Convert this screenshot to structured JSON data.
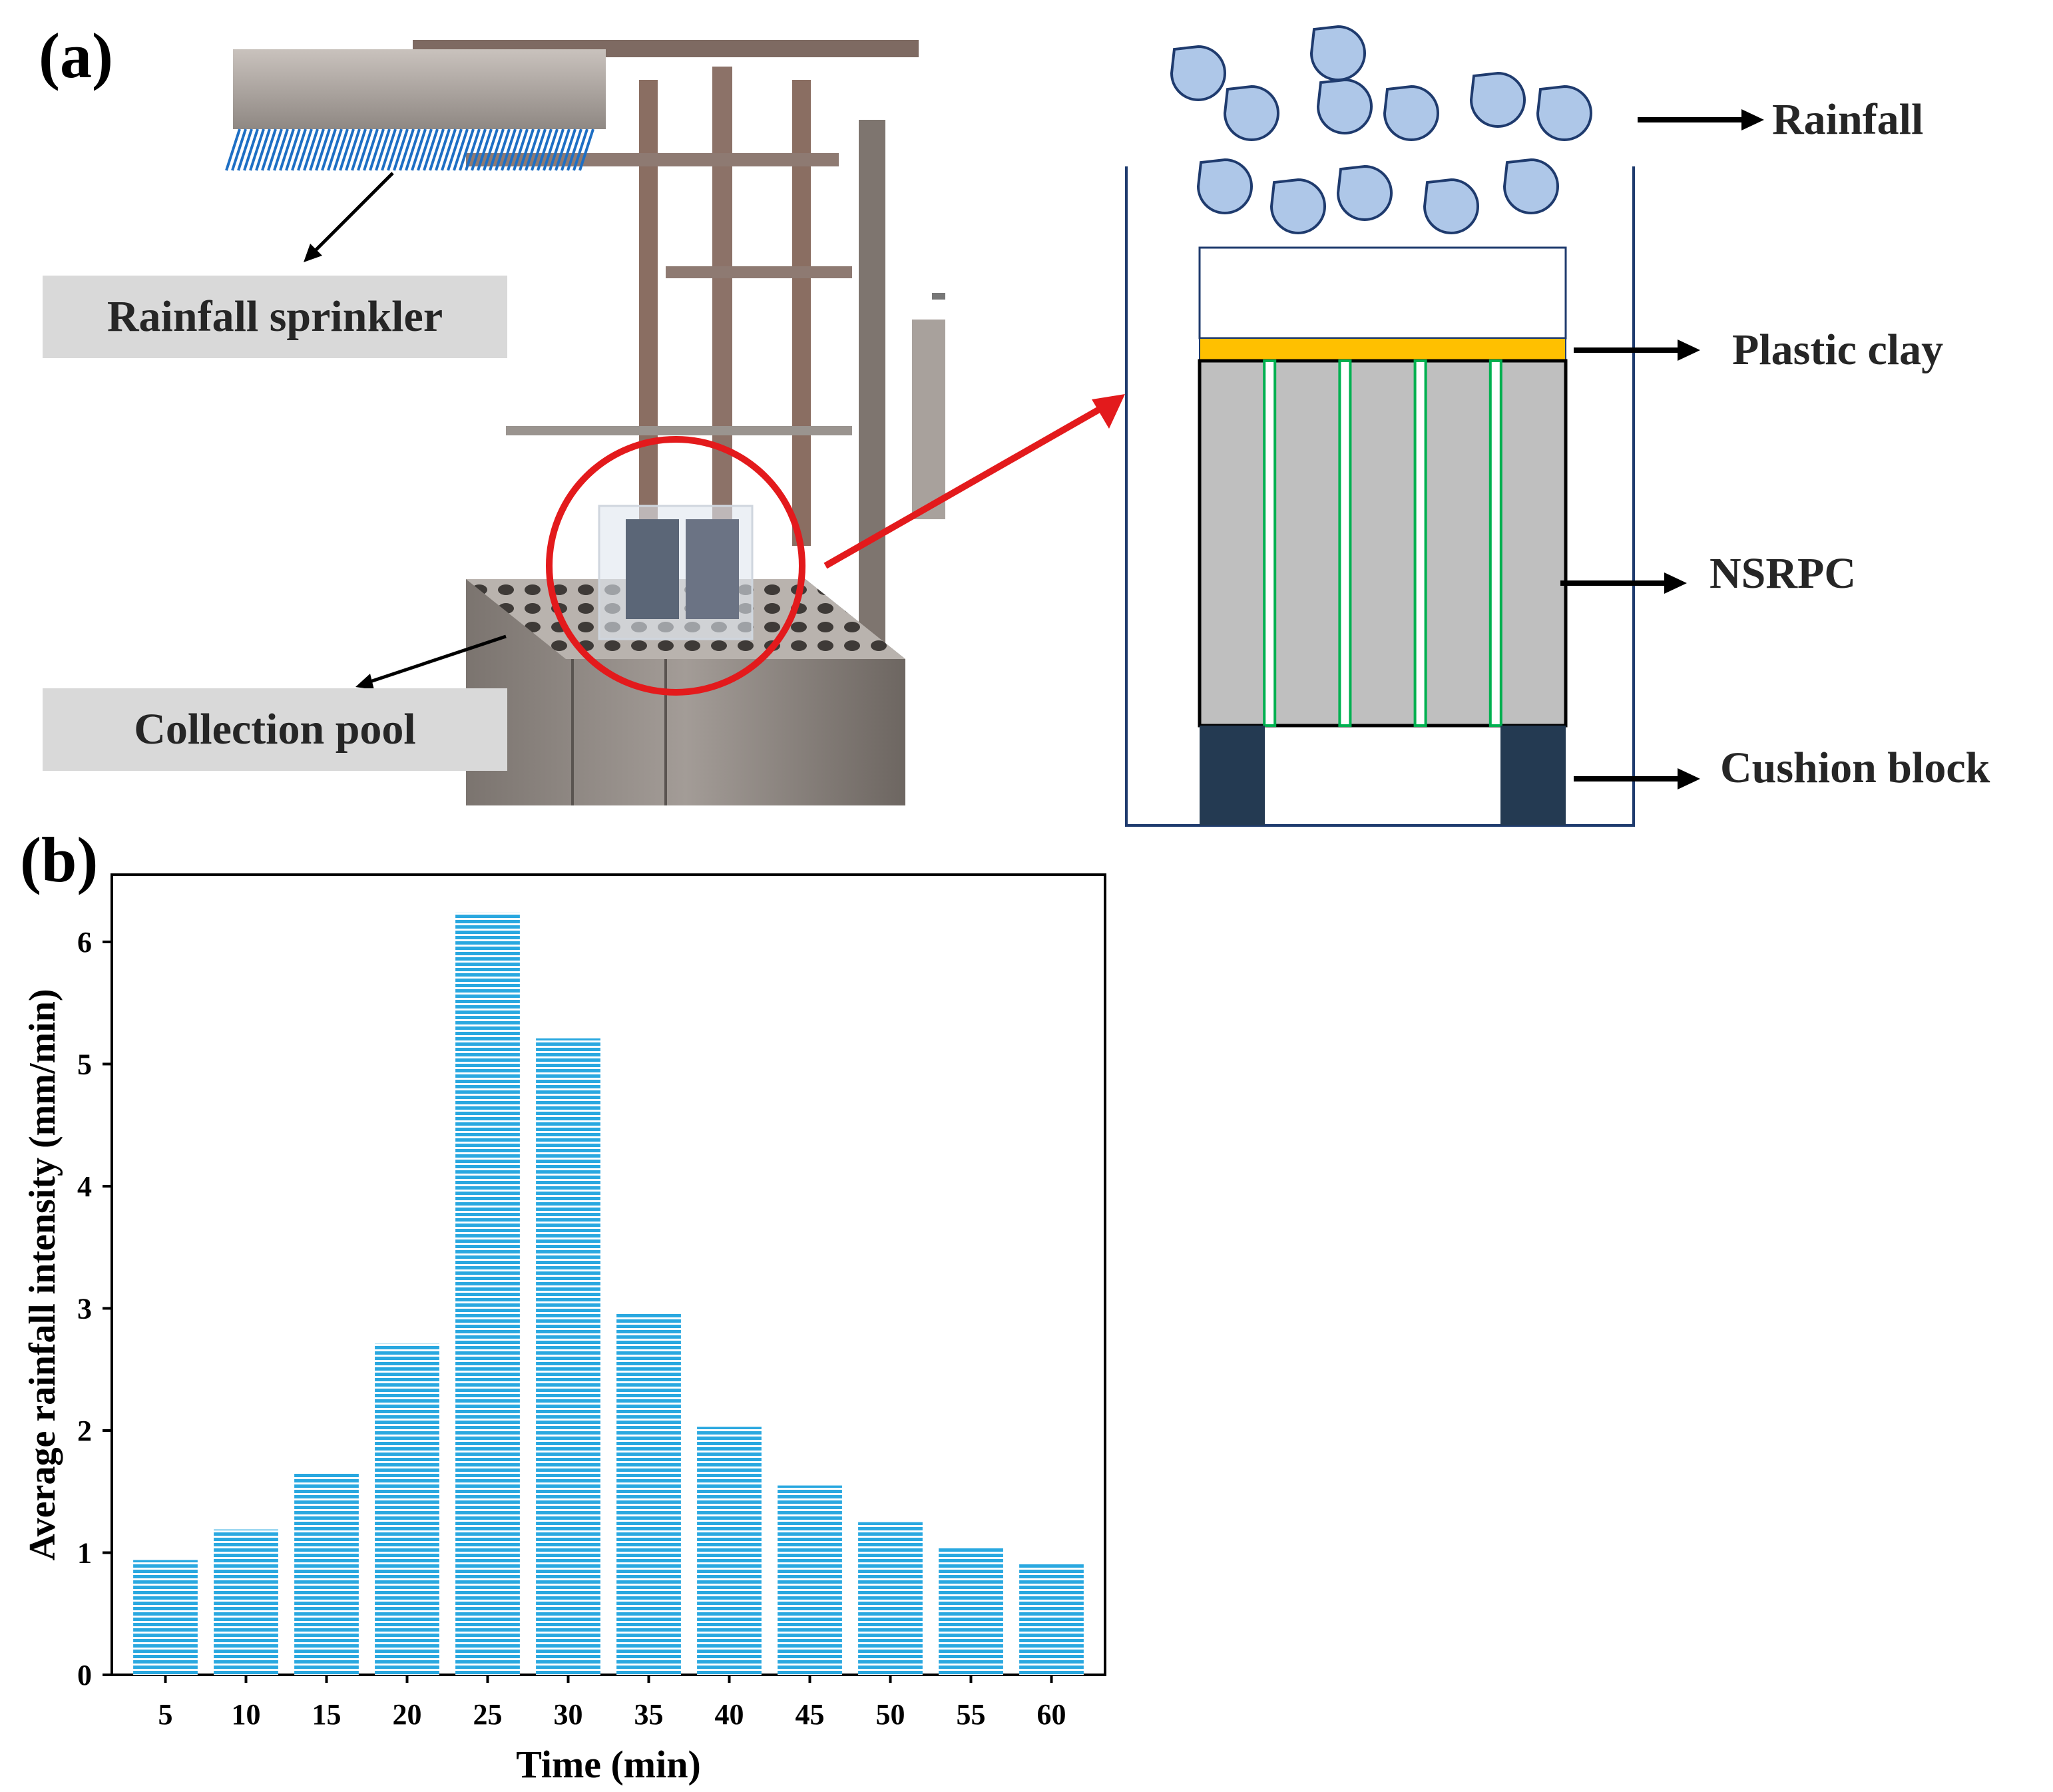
{
  "panels": {
    "a": {
      "label": "(a)",
      "photo_callouts": {
        "sprinkler": "Rainfall sprinkler",
        "pool": "Collection pool"
      },
      "schematic_labels": {
        "rainfall": "Rainfall",
        "plastic_clay": "Plastic clay",
        "nsrpc": "NSRPC",
        "cushion_block": "Cushion block"
      },
      "colors": {
        "drop_fill": "#aec7e8",
        "drop_stroke": "#1f3b6e",
        "plastic_clay": "#ffc000",
        "column": "#bfbfbf",
        "column_gap": "#00b050",
        "cushion_block": "#243a52",
        "highlight_circle": "#e31a1c"
      }
    },
    "b": {
      "label": "(b)"
    }
  },
  "chart_data": {
    "type": "bar",
    "categories": [
      "5",
      "10",
      "15",
      "20",
      "25",
      "30",
      "35",
      "40",
      "45",
      "50",
      "55",
      "60"
    ],
    "values": [
      0.94,
      1.19,
      1.66,
      2.71,
      6.24,
      5.21,
      2.96,
      2.03,
      1.55,
      1.25,
      1.05,
      0.91
    ],
    "xlabel": "Time (min)",
    "ylabel": "Average rainfall intensity (mm/min)",
    "ylim": [
      0,
      6.55
    ],
    "yticks": [
      0,
      1,
      2,
      3,
      4,
      5,
      6
    ],
    "bar_color": "#29a8e0",
    "bar_pattern": "horizontal-stripes",
    "grid": false,
    "legend": "none"
  }
}
